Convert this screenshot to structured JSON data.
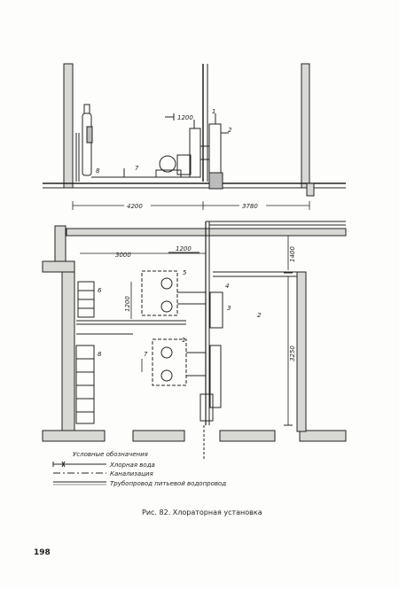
{
  "figure": {
    "elevation_dims": {
      "left": "4200",
      "right": "3780"
    },
    "plan_dims": {
      "top_left": "3000",
      "top_mid": "1200",
      "right_top": "1400",
      "right_mid": "3250",
      "stand": "1200"
    },
    "elevation_label": "1200",
    "callouts": {
      "n1": "1",
      "n2": "2",
      "n3": "3",
      "n4": "4",
      "n5": "5",
      "n6": "6",
      "n7": "7",
      "n8": "8"
    }
  },
  "legend": {
    "title": "Условные обозначения",
    "items": [
      {
        "label": "Хлорная вода"
      },
      {
        "label": "Канализация"
      },
      {
        "label": "Трубопровод питьевой водопровод"
      }
    ]
  },
  "caption": "Рис. 82. Хлораторная установка",
  "page_number": "198"
}
